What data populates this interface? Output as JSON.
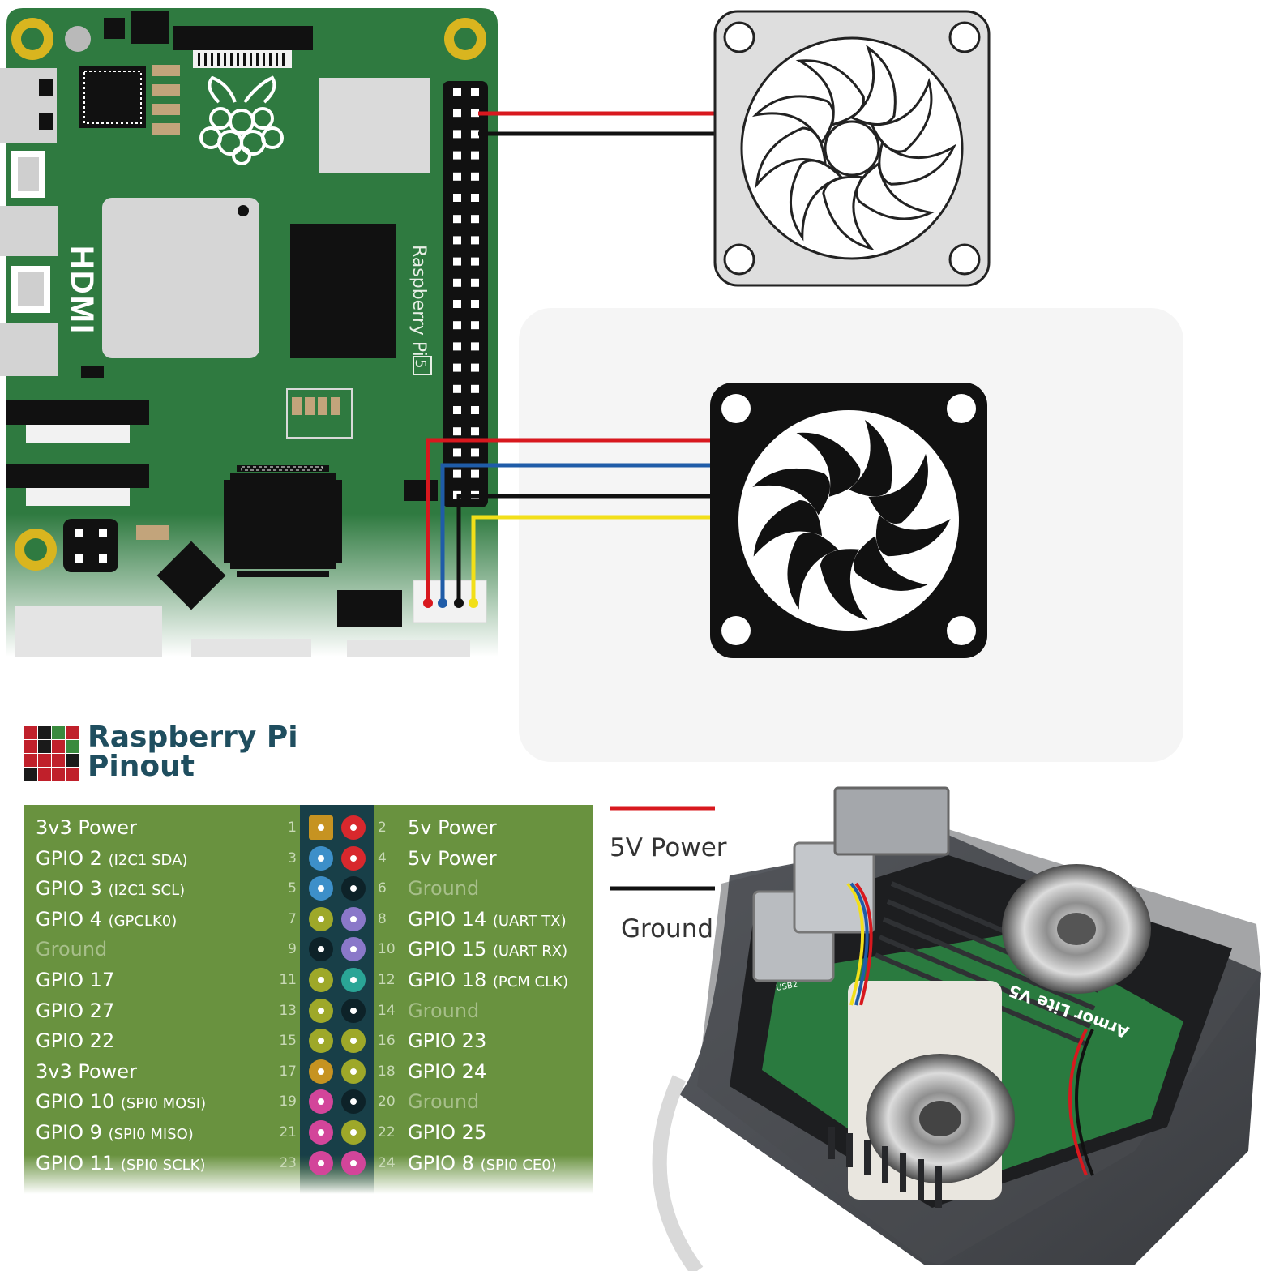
{
  "board": {
    "silkscreen": "Raspberry Pi",
    "model_badge": "5",
    "hdmi_label": "HDMI"
  },
  "colors": {
    "pcb": "#2f7a40",
    "wire_red": "#d8181e",
    "wire_black": "#111111",
    "wire_blue": "#1f5ca8",
    "wire_yellow": "#f2df19",
    "pinout_bg": "#69923f",
    "header_strip": "#183f48"
  },
  "pinout": {
    "title_line1": "Raspberry Pi",
    "title_line2": "Pinout",
    "rows": [
      {
        "left_num": "1",
        "left_name": "3v3 Power",
        "left_sub": "",
        "left_color": "#c69321",
        "left_ground": false,
        "right_num": "2",
        "right_name": "5v Power",
        "right_sub": "",
        "right_color": "#d8282d",
        "right_ground": false
      },
      {
        "left_num": "3",
        "left_name": "GPIO 2",
        "left_sub": "(I2C1 SDA)",
        "left_color": "#3d8fc9",
        "left_ground": false,
        "right_num": "4",
        "right_name": "5v Power",
        "right_sub": "",
        "right_color": "#d8282d",
        "right_ground": false
      },
      {
        "left_num": "5",
        "left_name": "GPIO 3",
        "left_sub": "(I2C1 SCL)",
        "left_color": "#3d8fc9",
        "left_ground": false,
        "right_num": "6",
        "right_name": "Ground",
        "right_sub": "",
        "right_color": "#0d2228",
        "right_ground": true
      },
      {
        "left_num": "7",
        "left_name": "GPIO 4",
        "left_sub": "(GPCLK0)",
        "left_color": "#9ea829",
        "left_ground": false,
        "right_num": "8",
        "right_name": "GPIO 14",
        "right_sub": "(UART TX)",
        "right_color": "#8a78c9",
        "right_ground": false
      },
      {
        "left_num": "9",
        "left_name": "Ground",
        "left_sub": "",
        "left_color": "#0d2228",
        "left_ground": true,
        "right_num": "10",
        "right_name": "GPIO 15",
        "right_sub": "(UART RX)",
        "right_color": "#8a78c9",
        "right_ground": false
      },
      {
        "left_num": "11",
        "left_name": "GPIO 17",
        "left_sub": "",
        "left_color": "#9ea829",
        "left_ground": false,
        "right_num": "12",
        "right_name": "GPIO 18",
        "right_sub": "(PCM CLK)",
        "right_color": "#2aa596",
        "right_ground": false
      },
      {
        "left_num": "13",
        "left_name": "GPIO 27",
        "left_sub": "",
        "left_color": "#9ea829",
        "left_ground": false,
        "right_num": "14",
        "right_name": "Ground",
        "right_sub": "",
        "right_color": "#0d2228",
        "right_ground": true
      },
      {
        "left_num": "15",
        "left_name": "GPIO 22",
        "left_sub": "",
        "left_color": "#9ea829",
        "left_ground": false,
        "right_num": "16",
        "right_name": "GPIO 23",
        "right_sub": "",
        "right_color": "#9ea829",
        "right_ground": false
      },
      {
        "left_num": "17",
        "left_name": "3v3 Power",
        "left_sub": "",
        "left_color": "#c69321",
        "left_ground": false,
        "right_num": "18",
        "right_name": "GPIO 24",
        "right_sub": "",
        "right_color": "#9ea829",
        "right_ground": false
      },
      {
        "left_num": "19",
        "left_name": "GPIO 10",
        "left_sub": "(SPI0 MOSI)",
        "left_color": "#d3459a",
        "left_ground": false,
        "right_num": "20",
        "right_name": "Ground",
        "right_sub": "",
        "right_color": "#0d2228",
        "right_ground": true
      },
      {
        "left_num": "21",
        "left_name": "GPIO 9",
        "left_sub": "(SPI0 MISO)",
        "left_color": "#d3459a",
        "left_ground": false,
        "right_num": "22",
        "right_name": "GPIO 25",
        "right_sub": "",
        "right_color": "#9ea829",
        "right_ground": false
      },
      {
        "left_num": "23",
        "left_name": "GPIO 11",
        "left_sub": "(SPI0 SCLK)",
        "left_color": "#d3459a",
        "left_ground": false,
        "right_num": "24",
        "right_name": "GPIO 8",
        "right_sub": "(SPI0 CE0)",
        "right_color": "#d3459a",
        "right_ground": false
      }
    ]
  },
  "legend": {
    "power_label": "5V Power",
    "ground_label": "Ground"
  },
  "case": {
    "brand_text": "Armor Lite V5",
    "port_text": "USB2"
  }
}
